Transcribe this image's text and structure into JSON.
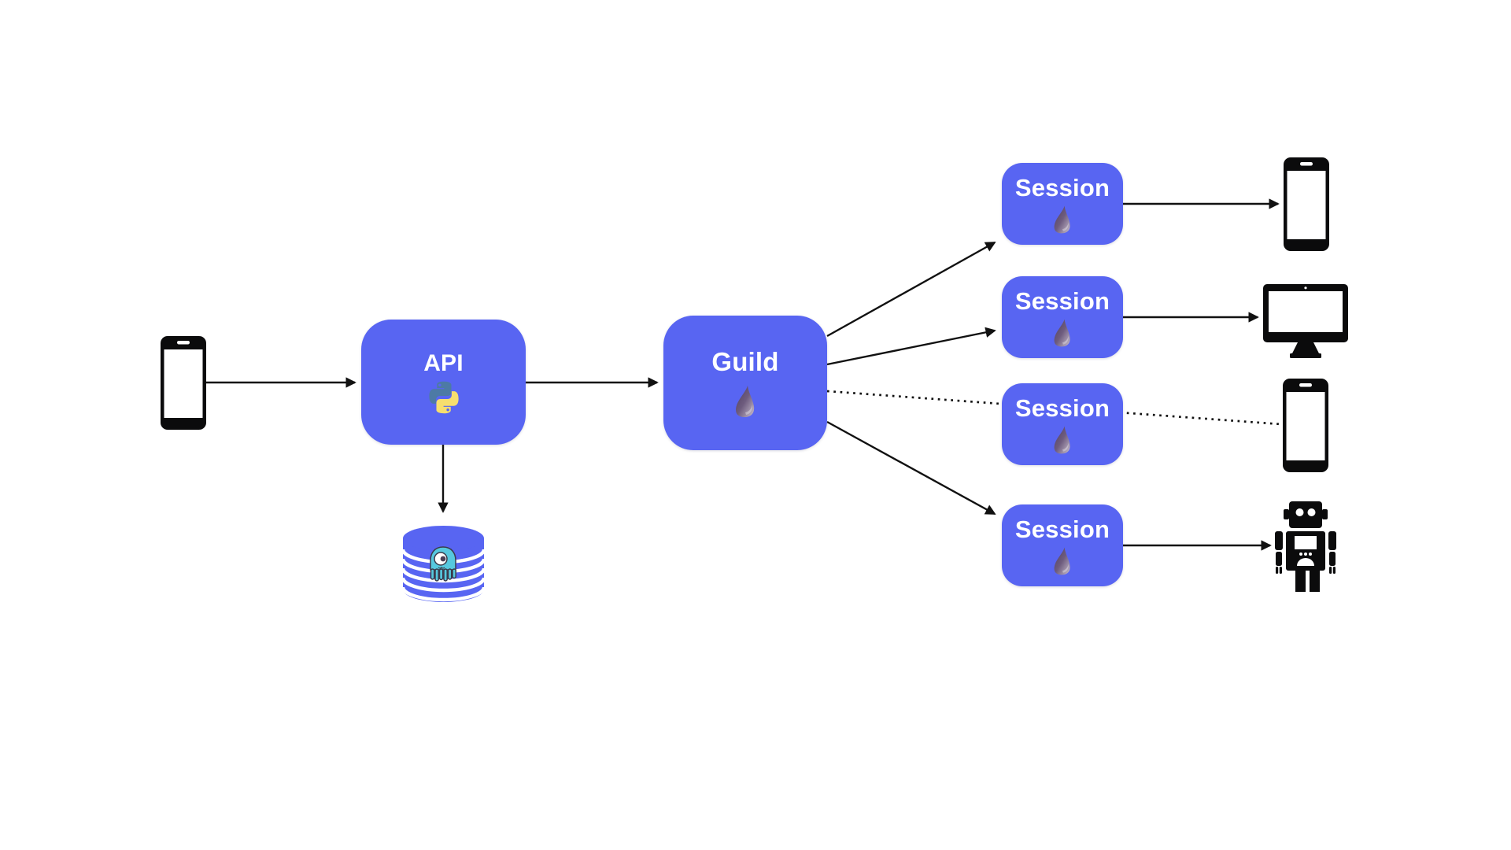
{
  "diagram": {
    "background_color": "#FFFFFF",
    "node_fill_color": "#5865F2",
    "node_text_color": "#FFFFFF",
    "line_color": "#111111",
    "nodes": {
      "client": {
        "icon": "smartphone-icon"
      },
      "api": {
        "label": "API",
        "icon": "python-icon"
      },
      "guild": {
        "label": "Guild",
        "icon": "elixir-drop-icon"
      },
      "database": {
        "icon": "database-cylinder-octopus-icon"
      },
      "sessions": [
        {
          "label": "Session",
          "icon": "elixir-drop-icon",
          "device": "smartphone-icon",
          "edge_style": "solid"
        },
        {
          "label": "Session",
          "icon": "elixir-drop-icon",
          "device": "desktop-monitor-icon",
          "edge_style": "solid"
        },
        {
          "label": "Session",
          "icon": "elixir-drop-icon",
          "device": "smartphone-icon",
          "edge_style": "dotted"
        },
        {
          "label": "Session",
          "icon": "elixir-drop-icon",
          "device": "robot-icon",
          "edge_style": "solid"
        }
      ]
    },
    "edges": [
      {
        "from": "client-phone",
        "to": "api",
        "style": "solid-arrow"
      },
      {
        "from": "api",
        "to": "guild",
        "style": "solid-arrow"
      },
      {
        "from": "api",
        "to": "database",
        "style": "solid-arrow"
      },
      {
        "from": "guild",
        "to": "session-1",
        "style": "solid-arrow"
      },
      {
        "from": "guild",
        "to": "session-2",
        "style": "solid-arrow"
      },
      {
        "from": "guild",
        "to": "session-3-phone",
        "style": "dotted-line"
      },
      {
        "from": "guild",
        "to": "session-4",
        "style": "solid-arrow"
      },
      {
        "from": "session-1",
        "to": "phone-device",
        "style": "solid-arrow"
      },
      {
        "from": "session-2",
        "to": "monitor-device",
        "style": "solid-arrow"
      },
      {
        "from": "session-4",
        "to": "robot-device",
        "style": "solid-arrow"
      }
    ]
  }
}
